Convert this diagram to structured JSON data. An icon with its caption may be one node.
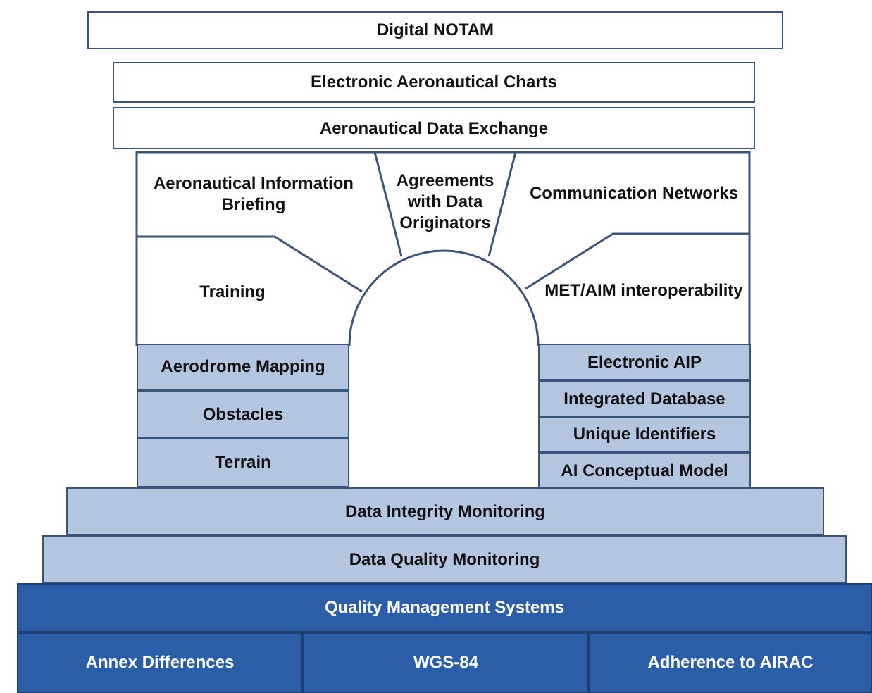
{
  "diagram": {
    "nodes": [
      {
        "text": [
          "Digital NOTAM"
        ]
      },
      {
        "text": [
          "Electronic Aeronautical Charts"
        ]
      },
      {
        "text": [
          "Aeronautical Data Exchange"
        ]
      },
      {
        "text": [
          "Aeronautical Information Briefing"
        ]
      },
      {
        "text": [
          "Agreements with Data Originators"
        ]
      },
      {
        "text": [
          "Communication Networks"
        ]
      },
      {
        "text": [
          "Training"
        ]
      },
      {
        "text": [
          "MET/AIM interoperability"
        ]
      },
      {
        "text": [
          "Aerodrome Mapping"
        ]
      },
      {
        "text": [
          "Obstacles"
        ]
      },
      {
        "text": [
          "Terrain"
        ]
      },
      {
        "text": [
          "Electronic AIP"
        ]
      },
      {
        "text": [
          "Integrated Database"
        ]
      },
      {
        "text": [
          "Unique Identifiers"
        ]
      },
      {
        "text": [
          "AI Conceptual Model"
        ]
      },
      {
        "text": [
          "Data Integrity Monitoring"
        ]
      },
      {
        "text": [
          "Data Quality Monitoring"
        ]
      },
      {
        "text": [
          "Quality Management Systems"
        ]
      },
      {
        "text": [
          "Annex Differences"
        ]
      },
      {
        "text": [
          "WGS-84"
        ]
      },
      {
        "text": [
          "Adherence to AIRAC"
        ]
      }
    ]
  }
}
